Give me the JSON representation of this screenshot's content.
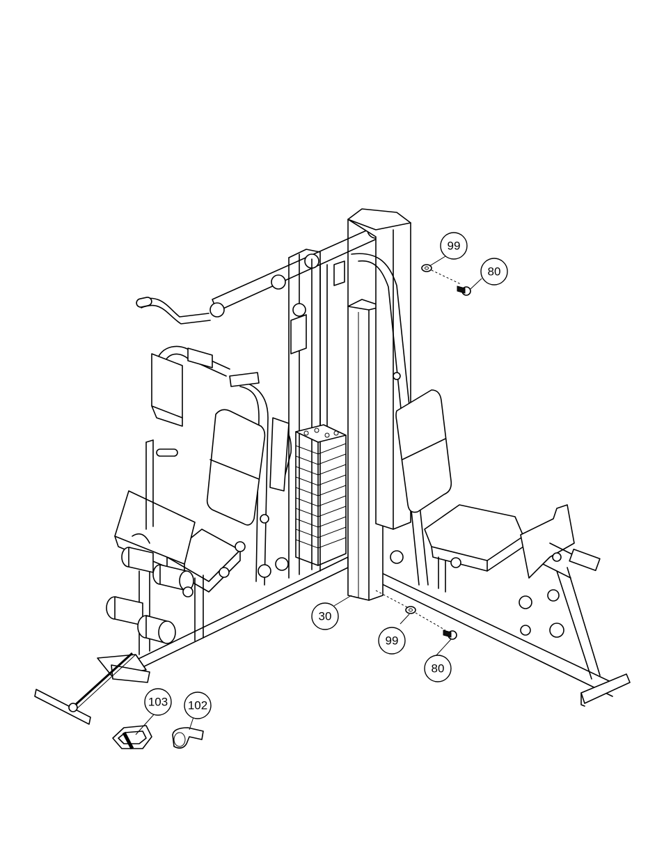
{
  "callouts": {
    "part_99_top": "99",
    "part_80_top": "80",
    "part_30": "30",
    "part_99_bottom": "99",
    "part_80_bottom": "80",
    "part_103": "103",
    "part_102": "102"
  }
}
